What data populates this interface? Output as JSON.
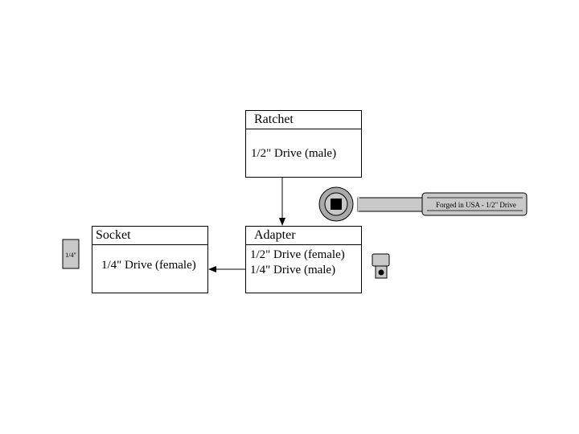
{
  "ratchet": {
    "title": "Ratchet",
    "lines": [
      "1/2\" Drive (male)"
    ]
  },
  "adapter": {
    "title": "Adapter",
    "lines": [
      "1/2\" Drive (female)",
      "1/4\" Drive (male)"
    ]
  },
  "socket": {
    "title": "Socket",
    "lines": [
      "1/4\" Drive (female)"
    ]
  },
  "illustrations": {
    "ratchet_handle_text": "Forged in USA - 1/2\" Drive",
    "socket_label": "1/4\""
  },
  "colors": {
    "tool_gray": "#c8c8c8",
    "tool_dark": "#a9a9a9",
    "stroke": "#000000"
  }
}
